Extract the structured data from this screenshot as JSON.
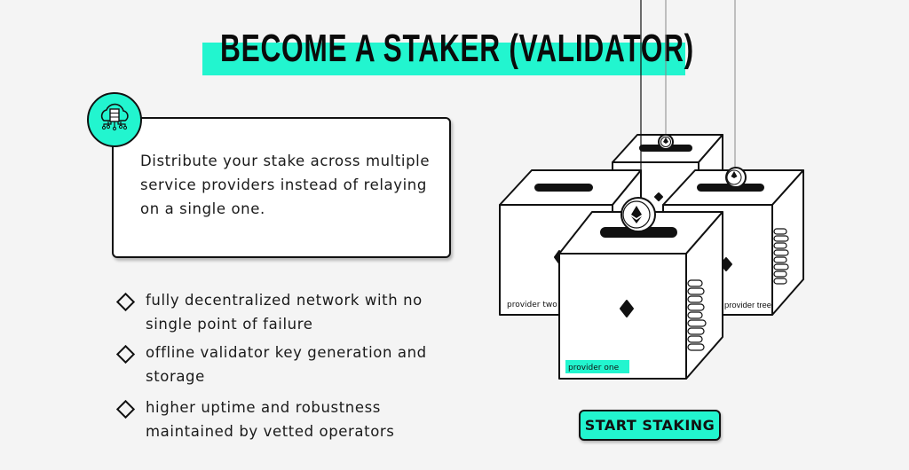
{
  "header": {
    "title": "BECOME A STAKER (VALIDATOR)"
  },
  "card": {
    "icon": "cloud-server-icon",
    "text": "Distribute your stake across multiple service providers instead of relaying on a single one."
  },
  "features": [
    {
      "text": "fully decentralized network with no single point of failure"
    },
    {
      "text": "offline validator key generation and storage"
    },
    {
      "text": "higher uptime and robustness maintained by vetted operators"
    }
  ],
  "illustration": {
    "providers": [
      "provider one",
      "provider two",
      "provider tree"
    ]
  },
  "cta": {
    "label": "START STAKING"
  },
  "colors": {
    "accent": "#22f5cf",
    "background": "#f4f4f4"
  }
}
